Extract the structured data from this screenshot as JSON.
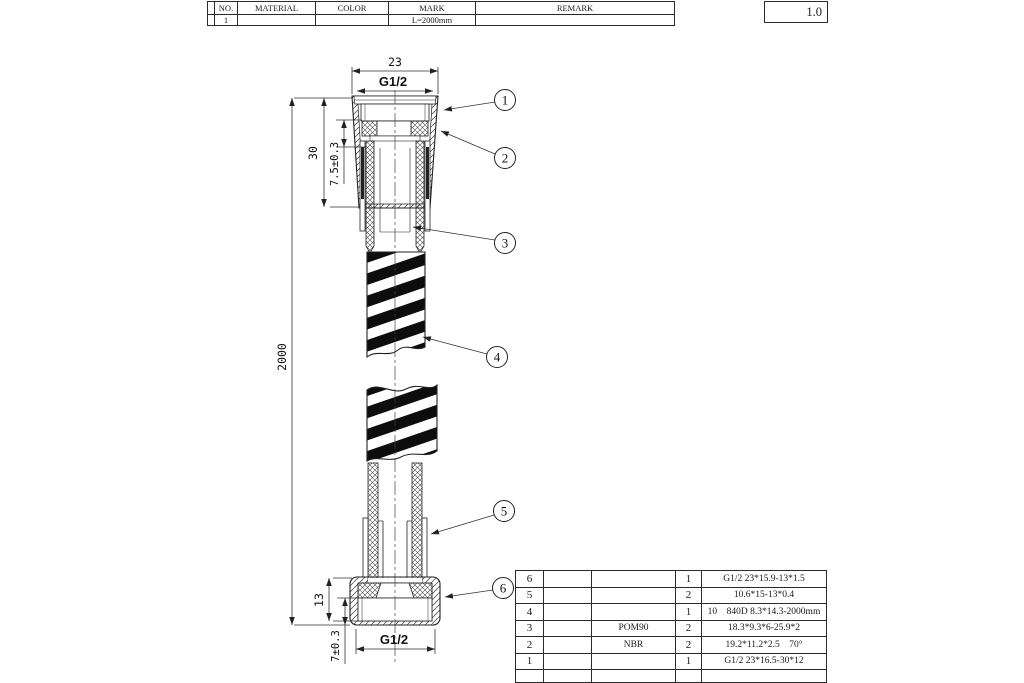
{
  "title_block": {
    "headers": {
      "no": "NO.",
      "material": "MATERIAL",
      "color": "COLOR",
      "mark": "MARK",
      "remark": "REMARK"
    },
    "row": {
      "no": "1",
      "material": "",
      "color": "",
      "mark": "L=2000mm",
      "remark": ""
    },
    "version": "1.0"
  },
  "dimensions": {
    "top_width": "23",
    "top_thread": "G1/2",
    "top_nut_height": "30",
    "top_insert_depth": "7.5±0.3",
    "hose_length": "2000",
    "bottom_nut_height": "13",
    "bottom_thread_depth": "7±0.3",
    "bottom_thread": "G1/2"
  },
  "callouts": {
    "c1": "1",
    "c2": "2",
    "c3": "3",
    "c4": "4",
    "c5": "5",
    "c6": "6"
  },
  "bom": {
    "rows": [
      {
        "no": "6",
        "name": "",
        "material": "",
        "qty": "1",
        "spec": "G1/2 23*15.9-13*1.5"
      },
      {
        "no": "5",
        "name": "",
        "material": "",
        "qty": "2",
        "spec": "10.6*15-13*0.4"
      },
      {
        "no": "4",
        "name": "",
        "material": "",
        "qty": "1",
        "spec": "10    840D 8.3*14.3-2000mm"
      },
      {
        "no": "3",
        "name": "",
        "material": "POM90",
        "qty": "2",
        "spec": "18.3*9.3*6-25.9*2"
      },
      {
        "no": "2",
        "name": "",
        "material": "NBR",
        "qty": "2",
        "spec": "19.2*11.2*2.5    70°"
      },
      {
        "no": "1",
        "name": "",
        "material": "",
        "qty": "1",
        "spec": "G1/2 23*16.5-30*12"
      },
      {
        "no": "",
        "name": "",
        "material": "",
        "qty": "",
        "spec": ""
      }
    ]
  }
}
